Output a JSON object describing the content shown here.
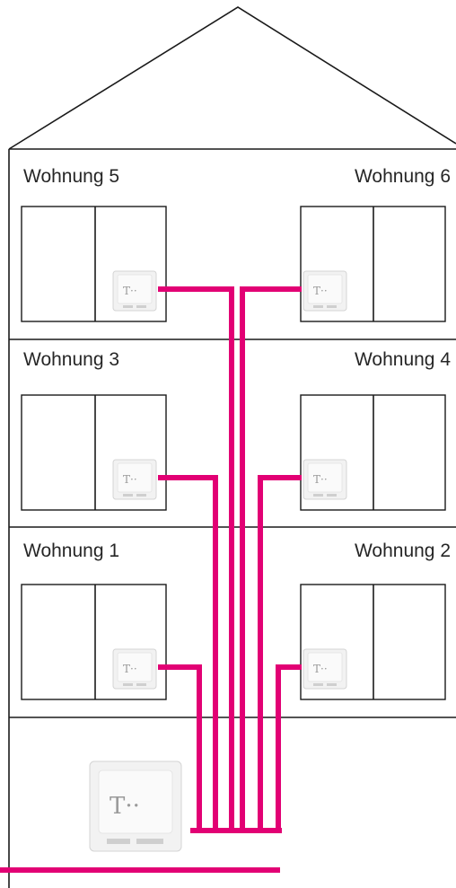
{
  "apartments": [
    {
      "id": "5",
      "label": "Wohnung 5",
      "side": "left",
      "floor": 3
    },
    {
      "id": "6",
      "label": "Wohnung 6",
      "side": "right",
      "floor": 3
    },
    {
      "id": "3",
      "label": "Wohnung 3",
      "side": "left",
      "floor": 2
    },
    {
      "id": "4",
      "label": "Wohnung 4",
      "side": "right",
      "floor": 2
    },
    {
      "id": "1",
      "label": "Wohnung 1",
      "side": "left",
      "floor": 1
    },
    {
      "id": "2",
      "label": "Wohnung 2",
      "side": "right",
      "floor": 1
    }
  ],
  "colors": {
    "cable": "#e20074",
    "wall": "#1a1a1a",
    "socket": "#f2f2f2"
  },
  "icons": {
    "apartment_socket": "telekom-socket-icon",
    "main_unit": "telekom-main-distribution-icon"
  }
}
